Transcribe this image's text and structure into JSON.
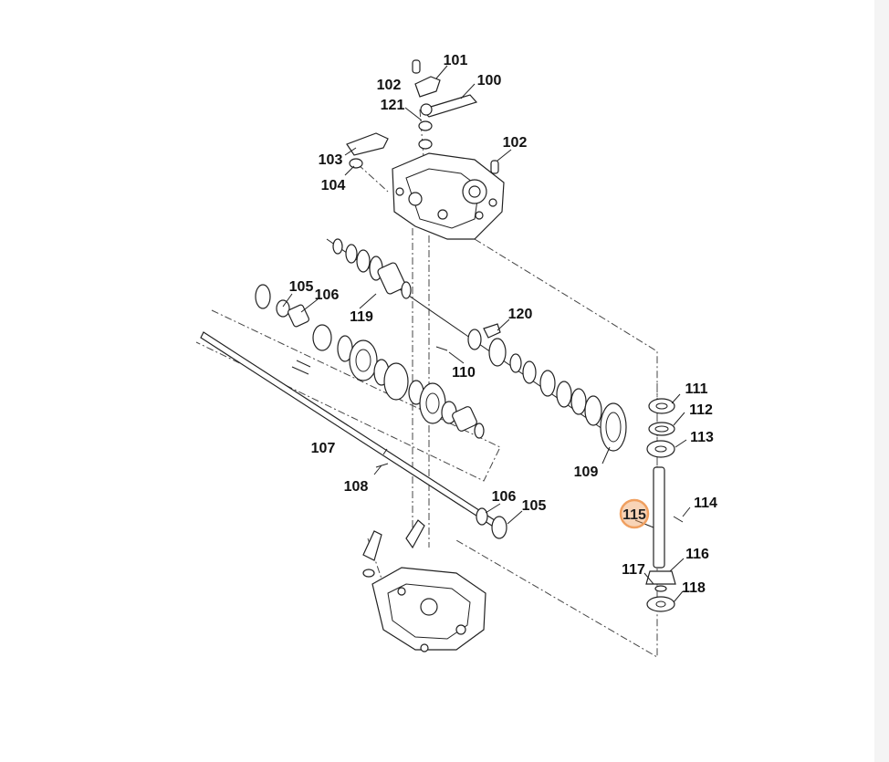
{
  "diagram": {
    "highlight_color": "#f0a060",
    "selected_part": "115",
    "callouts": [
      {
        "id": "100",
        "text": "100"
      },
      {
        "id": "101",
        "text": "101"
      },
      {
        "id": "102a",
        "text": "102"
      },
      {
        "id": "102b",
        "text": "102"
      },
      {
        "id": "103",
        "text": "103"
      },
      {
        "id": "104",
        "text": "104"
      },
      {
        "id": "105a",
        "text": "105"
      },
      {
        "id": "105b",
        "text": "105"
      },
      {
        "id": "106a",
        "text": "106"
      },
      {
        "id": "106b",
        "text": "106"
      },
      {
        "id": "107",
        "text": "107"
      },
      {
        "id": "108",
        "text": "108"
      },
      {
        "id": "109",
        "text": "109"
      },
      {
        "id": "110",
        "text": "110"
      },
      {
        "id": "111",
        "text": "111"
      },
      {
        "id": "112",
        "text": "112"
      },
      {
        "id": "113",
        "text": "113"
      },
      {
        "id": "114",
        "text": "114"
      },
      {
        "id": "115",
        "text": "115"
      },
      {
        "id": "116",
        "text": "116"
      },
      {
        "id": "117",
        "text": "117"
      },
      {
        "id": "118",
        "text": "118"
      },
      {
        "id": "119",
        "text": "119"
      },
      {
        "id": "120",
        "text": "120"
      },
      {
        "id": "121",
        "text": "121"
      }
    ]
  }
}
